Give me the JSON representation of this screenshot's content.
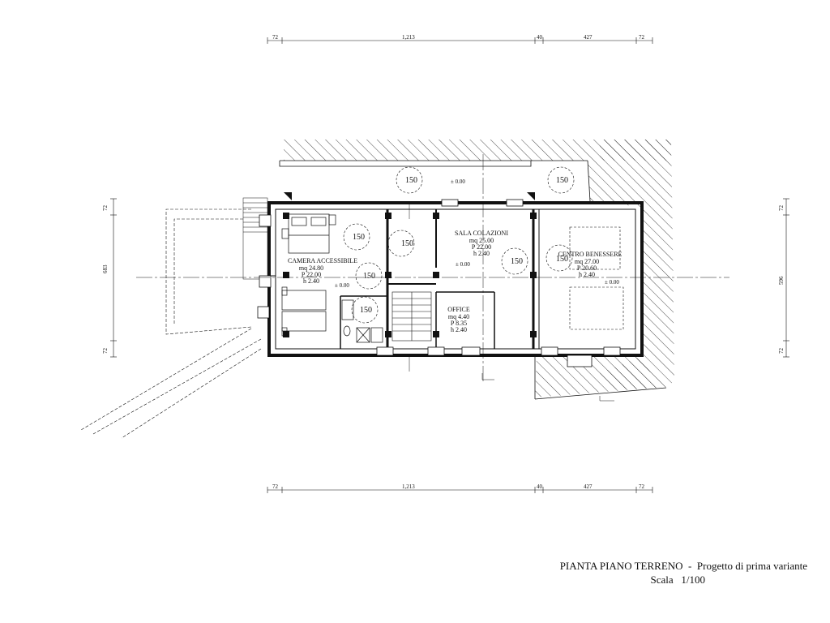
{
  "title": {
    "main": "PIANTA PIANO TERRENO",
    "separator": "-",
    "subtitle": "Progetto di prima variante",
    "scale_label": "Scala",
    "scale_value": "1/100"
  },
  "dimensions": {
    "top": [
      "72",
      "1,213",
      "40",
      "427",
      "72"
    ],
    "bottom": [
      "72",
      "1,213",
      "40",
      "427",
      "72"
    ],
    "left": [
      "72",
      "683",
      "72"
    ],
    "right": [
      "72",
      "596",
      "72"
    ]
  },
  "rooms": [
    {
      "name": "CAMERA ACCESSIBILE",
      "area": "mq 24.80",
      "p": "P  22.00",
      "h": "h 2.40"
    },
    {
      "name": "SALA COLAZIONI",
      "area": "mq 25.00",
      "p": "P  22.00",
      "h": "h 2.40"
    },
    {
      "name": "OFFICE",
      "area": "mq 4.40",
      "p": "P  8.35",
      "h": "h 2.40"
    },
    {
      "name": "CENTRO BENESSERE",
      "area": "mq 27.00",
      "p": "P  20.60",
      "h": "h 2.40"
    }
  ],
  "turning_circle_label": "150",
  "level_label": "± 0.00",
  "colors": {
    "ink": "#111111",
    "hatch": "#222222",
    "background": "#ffffff"
  }
}
